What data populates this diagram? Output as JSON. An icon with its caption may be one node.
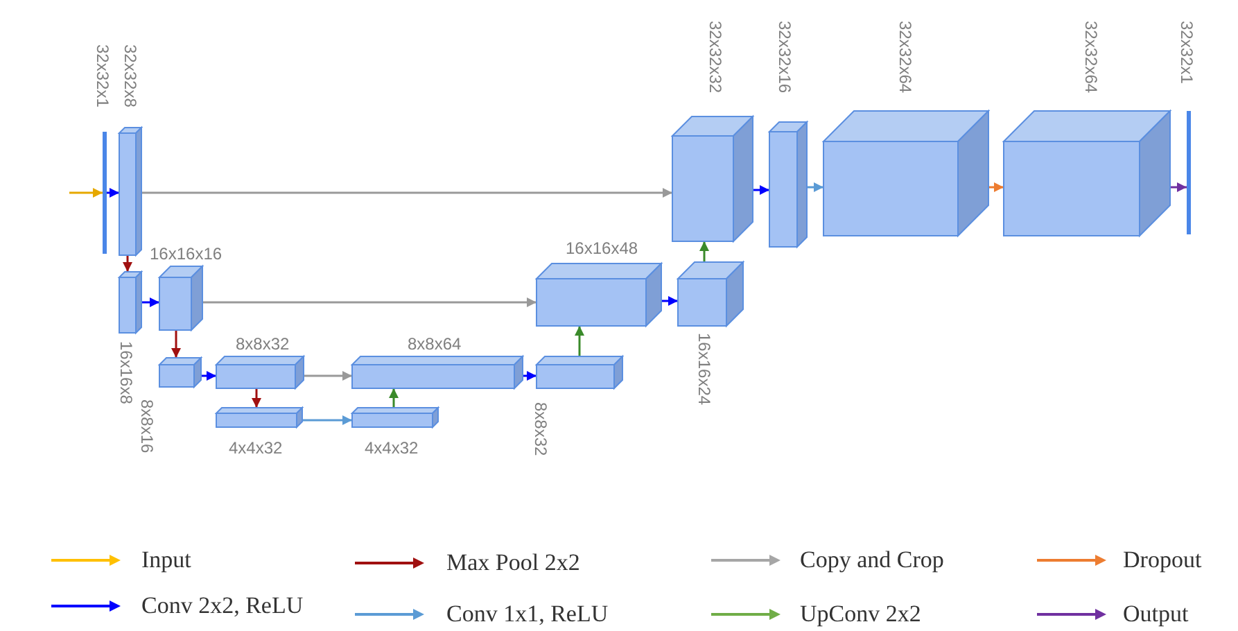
{
  "diagram": {
    "nodes": [
      {
        "text": [
          "32x32x1"
        ]
      },
      {
        "text": [
          "32x32x8"
        ]
      },
      {
        "text": [
          "16x16x8"
        ]
      },
      {
        "text": [
          "16x16x16"
        ]
      },
      {
        "text": [
          "8x8x16"
        ]
      },
      {
        "text": [
          "8x8x32"
        ]
      },
      {
        "text": [
          "4x4x32"
        ]
      },
      {
        "text": [
          "4x4x32"
        ]
      },
      {
        "text": [
          "8x8x64"
        ]
      },
      {
        "text": [
          "8x8x32"
        ]
      },
      {
        "text": [
          "16x16x48"
        ]
      },
      {
        "text": [
          "16x16x24"
        ]
      },
      {
        "text": [
          "32x32x32"
        ]
      },
      {
        "text": [
          "32x32x16"
        ]
      },
      {
        "text": [
          "32x32x64"
        ]
      },
      {
        "text": [
          "32x32x64"
        ]
      },
      {
        "text": [
          "32x32x1"
        ]
      }
    ],
    "edges": [
      {
        "from": null,
        "to": 0,
        "arrow": "to",
        "color": "#e6a800"
      },
      {
        "from": 0,
        "to": 1,
        "arrow": "to",
        "color": "#0000ff"
      },
      {
        "from": 1,
        "to": 2,
        "arrow": "to",
        "color": "#a01010"
      },
      {
        "from": 2,
        "to": 3,
        "arrow": "to",
        "color": "#0000ff"
      },
      {
        "from": 3,
        "to": 4,
        "arrow": "to",
        "color": "#a01010"
      },
      {
        "from": 4,
        "to": 5,
        "arrow": "to",
        "color": "#0000ff"
      },
      {
        "from": 5,
        "to": 6,
        "arrow": "to",
        "color": "#a01010"
      },
      {
        "from": 6,
        "to": 7,
        "arrow": "to",
        "color": "#5b9bd5"
      },
      {
        "from": 7,
        "to": 8,
        "arrow": "to",
        "color": "#3a8a2a"
      },
      {
        "from": 5,
        "to": 8,
        "arrow": "to",
        "color": "#999999"
      },
      {
        "from": 8,
        "to": 9,
        "arrow": "to",
        "color": "#0000ff"
      },
      {
        "from": 9,
        "to": 10,
        "arrow": "to",
        "color": "#3a8a2a"
      },
      {
        "from": 3,
        "to": 10,
        "arrow": "to",
        "color": "#999999"
      },
      {
        "from": 10,
        "to": 11,
        "arrow": "to",
        "color": "#0000ff"
      },
      {
        "from": 11,
        "to": 12,
        "arrow": "to",
        "color": "#3a8a2a"
      },
      {
        "from": 1,
        "to": 12,
        "arrow": "to",
        "color": "#999999"
      },
      {
        "from": 12,
        "to": 13,
        "arrow": "to",
        "color": "#0000ff"
      },
      {
        "from": 13,
        "to": 14,
        "arrow": "to",
        "color": "#5b9bd5"
      },
      {
        "from": 14,
        "to": 15,
        "arrow": "to",
        "color": "#ed7d31"
      },
      {
        "from": 15,
        "to": 16,
        "arrow": "to",
        "color": "#7030a0"
      }
    ],
    "legend": [
      {
        "text": "Input",
        "color": "#ffc000"
      },
      {
        "text": "Max Pool 2x2",
        "color": "#a01010"
      },
      {
        "text": "Copy and Crop",
        "color": "#a6a6a6"
      },
      {
        "text": "Dropout",
        "color": "#ed7d31"
      },
      {
        "text": "Conv 2x2, ReLU",
        "color": "#0000ff"
      },
      {
        "text": "Conv 1x1, ReLU",
        "color": "#5b9bd5"
      },
      {
        "text": "UpConv 2x2",
        "color": "#70ad47"
      },
      {
        "text": "Output",
        "color": "#7030a0"
      }
    ]
  }
}
